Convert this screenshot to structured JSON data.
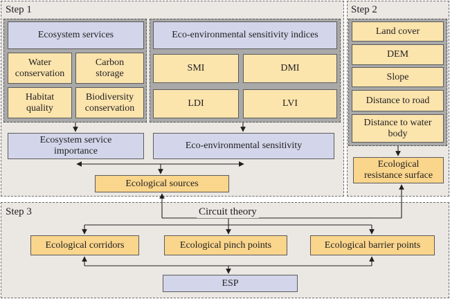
{
  "step1": {
    "label": "Step 1",
    "ecosystem_services": {
      "header": "Ecosystem services",
      "items": [
        {
          "line1": "Water",
          "line2": "conservation"
        },
        {
          "line1": "Carbon",
          "line2": "storage"
        },
        {
          "line1": "Habitat",
          "line2": "quality"
        },
        {
          "line1": "Biodiversity",
          "line2": "conservation"
        }
      ]
    },
    "sensitivity": {
      "header": "Eco-environmental sensitivity indices",
      "items": [
        "SMI",
        "DMI",
        "LDI",
        "LVI"
      ]
    },
    "service_importance": {
      "line1": "Ecosystem service",
      "line2": "importance"
    },
    "eco_sensitivity": "Eco-environmental sensitivity",
    "ecological_sources": "Ecological sources"
  },
  "step2": {
    "label": "Step 2",
    "factors": [
      "Land cover",
      "DEM",
      "Slope",
      "Distance to road"
    ],
    "water": {
      "line1": "Distance to water",
      "line2": "body"
    },
    "resistance": {
      "line1": "Ecological",
      "line2": "resistance surface"
    }
  },
  "step3": {
    "label": "Step 3",
    "circuit": "Circuit theory",
    "corridors": "Ecological corridors",
    "pinch": "Ecological pinch points",
    "barrier": "Ecological barrier points",
    "esp": "ESP"
  }
}
